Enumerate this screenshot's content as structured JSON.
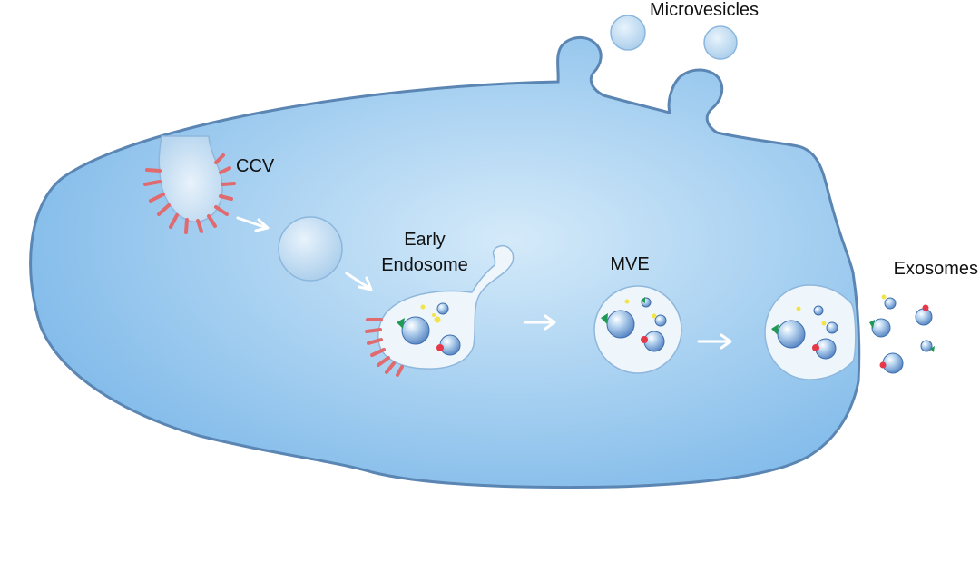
{
  "diagram": {
    "title": "Extracellular vesicle biogenesis",
    "labels": {
      "microvesicles": "Microvesicles",
      "ccv": "CCV",
      "early_endosome_line1": "Early",
      "early_endosome_line2": "Endosome",
      "mve": "MVE",
      "exosomes": "Exosomes"
    },
    "colors": {
      "cytoplasm_light": "#cfe6f8",
      "cytoplasm_dark": "#7fb9ea",
      "membrane": "#5a86b4",
      "clathrin": "#e06a6e",
      "vesicle_fill": "#eef6fc",
      "arrow": "#ffffff",
      "marker_green": "#1f9a55",
      "marker_red": "#e5394a",
      "marker_yellow": "#f2e34a"
    }
  }
}
